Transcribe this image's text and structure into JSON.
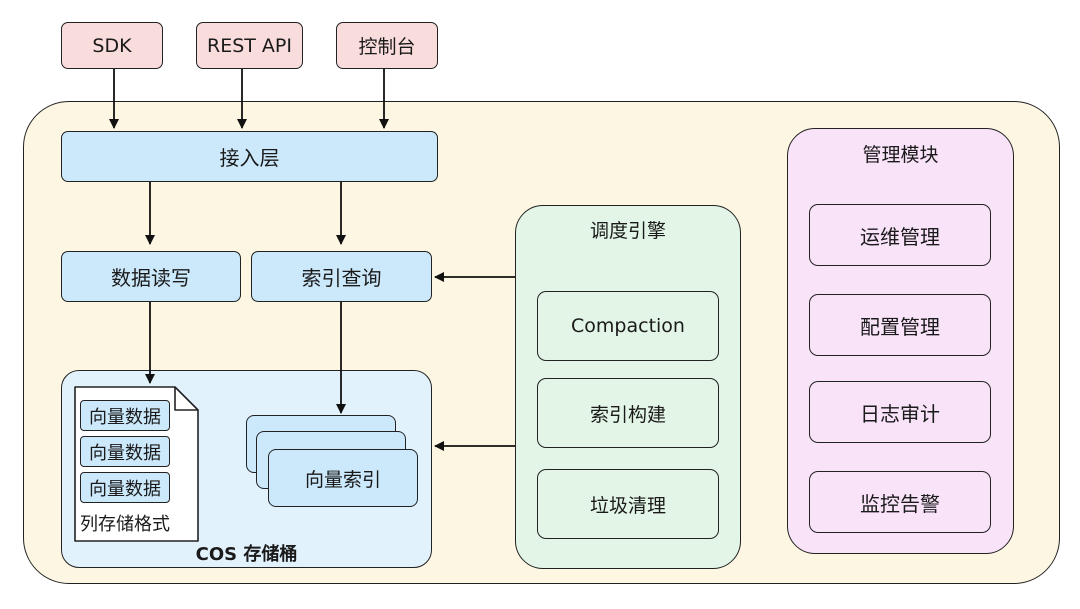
{
  "clients": {
    "sdk": "SDK",
    "rest_api": "REST API",
    "console": "控制台"
  },
  "access_layer": "接入层",
  "data_rw": "数据读写",
  "index_query": "索引查询",
  "storage": {
    "title": "COS 存储桶",
    "vector_rows": [
      "向量数据",
      "向量数据",
      "向量数据"
    ],
    "columnar_label": "列存储格式",
    "vector_index": "向量索引"
  },
  "scheduler": {
    "title": "调度引擎",
    "items": [
      "Compaction",
      "索引构建",
      "垃圾清理"
    ]
  },
  "management": {
    "title": "管理模块",
    "items": [
      "运维管理",
      "配置管理",
      "日志审计",
      "监控告警"
    ]
  },
  "colors": {
    "client_fill": "#f9dcdc",
    "outer_fill": "#fdf6e3",
    "blue_fill": "#cce8fb",
    "storage_fill": "#e1f2fc",
    "green_fill": "#e3f5e6",
    "pink_fill": "#f9e3f9",
    "stroke": "#222222"
  }
}
